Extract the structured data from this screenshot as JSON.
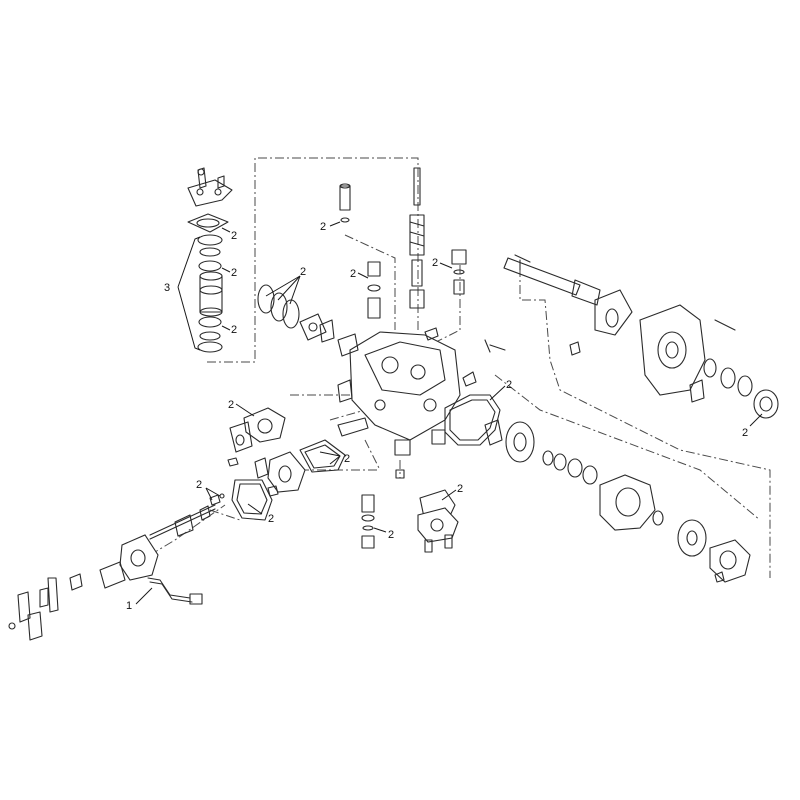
{
  "callouts": {
    "c1": "2",
    "c2": "2",
    "c3": "2",
    "c4": "2",
    "c5": "2",
    "c6": "2",
    "c7": "2",
    "c8": "2",
    "c9": "2",
    "c10": "2",
    "c11": "2",
    "c12": "2",
    "c13": "2",
    "c14": "2",
    "c15": "2",
    "c16": "2",
    "c17": "3",
    "c18": "1"
  },
  "colors": {
    "line": "#2b2b2b",
    "background": "#ffffff"
  }
}
